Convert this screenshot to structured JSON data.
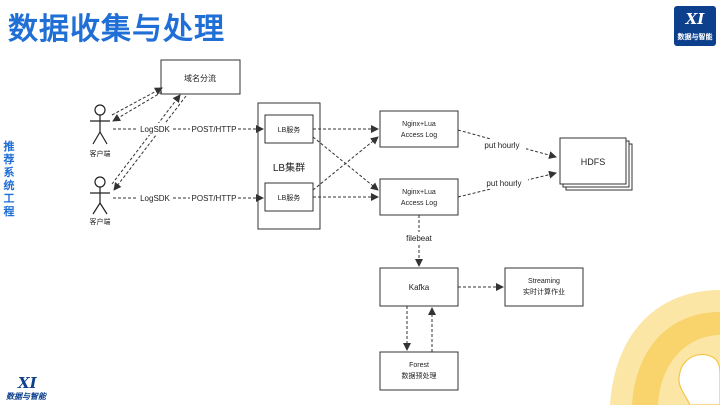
{
  "slide": {
    "title": "数据收集与处理",
    "side_label": "推荐系统工程",
    "logo_text": "数据与智能",
    "logo_mark": "XI"
  },
  "diagram": {
    "domain_box": "域名分流",
    "client_top": "客户端",
    "client_bottom": "客户端",
    "logsdk_top": "LogSDK",
    "post_top": "POST/HTTP",
    "logsdk_bottom": "LogSDK",
    "post_bottom": "POST/HTTP",
    "lb_service_top": "LB服务",
    "lb_service_bottom": "LB服务",
    "lb_cluster": "LB集群",
    "nginx_top_line1": "Nginx+Lua",
    "nginx_top_line2": "Access Log",
    "nginx_bottom_line1": "Nginx+Lua",
    "nginx_bottom_line2": "Access Log",
    "put_hourly_top": "put hourly",
    "put_hourly_bottom": "put hourly",
    "hdfs": "HDFS",
    "filebeat": "filebeat",
    "kafka": "Kafka",
    "streaming_line1": "Streaming",
    "streaming_line2": "实时计算作业",
    "forest_line1": "Forest",
    "forest_line2": "数据预处理"
  },
  "colors": {
    "title": "#1f6fd6",
    "logo_bg": "#0c3f8c",
    "deco_yellow": "#f9d36b"
  }
}
